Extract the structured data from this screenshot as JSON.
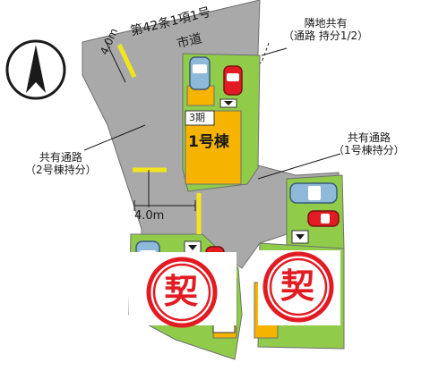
{
  "compass": {
    "icon": "north-arrow-icon"
  },
  "road": {
    "name": "第42条1項1号",
    "sub": "市道",
    "width": "4.0m"
  },
  "neighbor_label": {
    "line1": "隣地共有",
    "line2": "（通路  持分1/2）"
  },
  "shared_left": {
    "line1": "共有通路",
    "line2": "（2号棟持分）",
    "width": "4.0m"
  },
  "shared_right": {
    "line1": "共有通路",
    "line2": "（1号棟持分）"
  },
  "building1": {
    "label": "1号棟",
    "phase": "3期"
  },
  "contract_seal": {
    "char": "契",
    "icon": "contract-seal-icon"
  },
  "colors": {
    "road": "#a9a9a9",
    "lot": "#90cc4a",
    "building": "#f6b400",
    "seal": "#e21b23",
    "boundary": "#f2e51b"
  }
}
